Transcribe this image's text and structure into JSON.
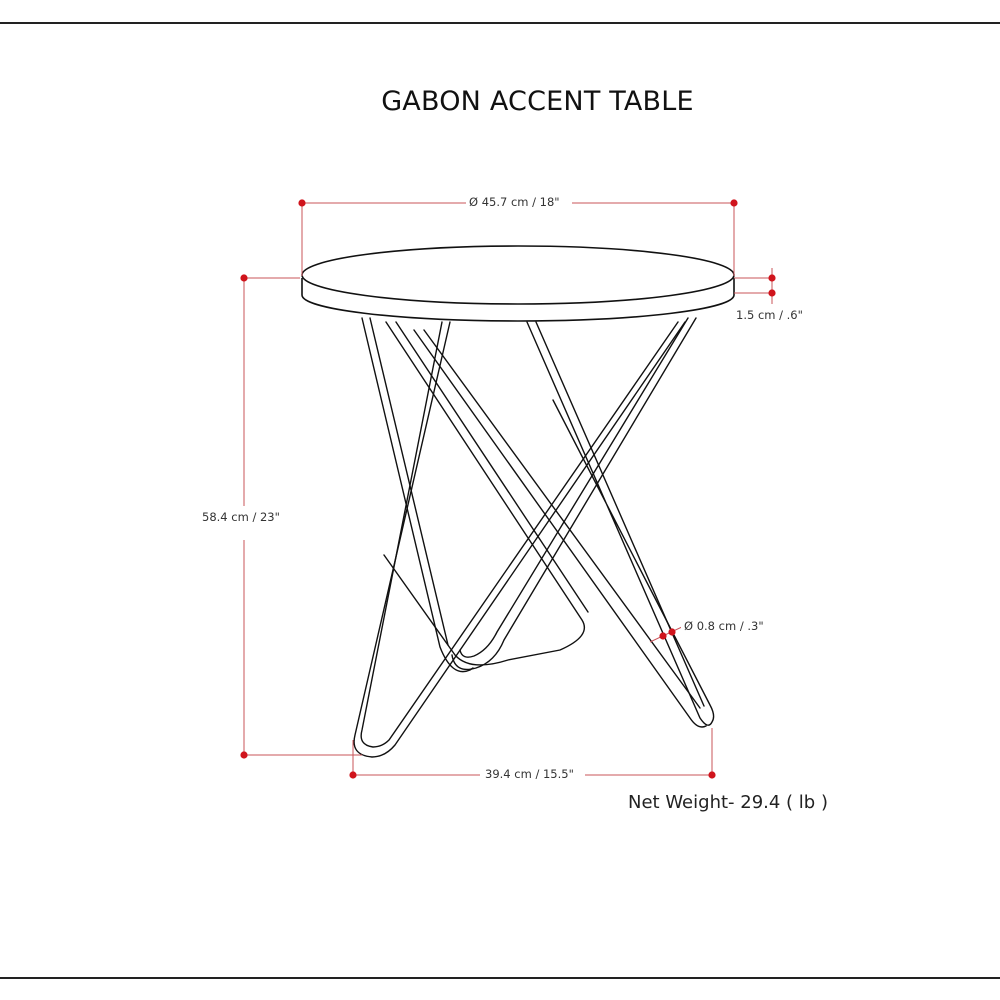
{
  "title": "GABON ACCENT TABLE",
  "dimensions": {
    "top_diameter": "Ø 45.7 cm / 18\"",
    "top_thickness": "1.5 cm / .6\"",
    "height": "58.4 cm / 23\"",
    "leg_diameter": "Ø 0.8 cm / .3\"",
    "base_width": "39.4 cm / 15.5\""
  },
  "net_weight": "Net Weight- 29.4 ( lb )",
  "colors": {
    "dimension_line": "#c9545a",
    "dimension_dot": "#d0141c",
    "outline": "#111111",
    "label_text": "#333333"
  }
}
